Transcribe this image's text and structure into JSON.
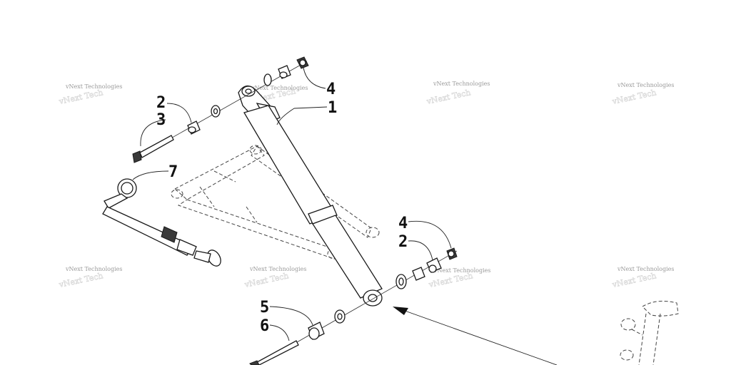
{
  "callouts": {
    "c1": "1",
    "c2a": "2",
    "c3": "3",
    "c4a": "4",
    "c7": "7",
    "c4b": "4",
    "c2b": "2",
    "c5": "5",
    "c6": "6"
  },
  "watermark": {
    "text": "vNext Technologies"
  },
  "icons": {
    "shock_absorber": "shock-absorber-icon",
    "a_arm": "a-arm-icon",
    "pump": "shock-pump-icon",
    "spindle": "spindle-icon"
  }
}
